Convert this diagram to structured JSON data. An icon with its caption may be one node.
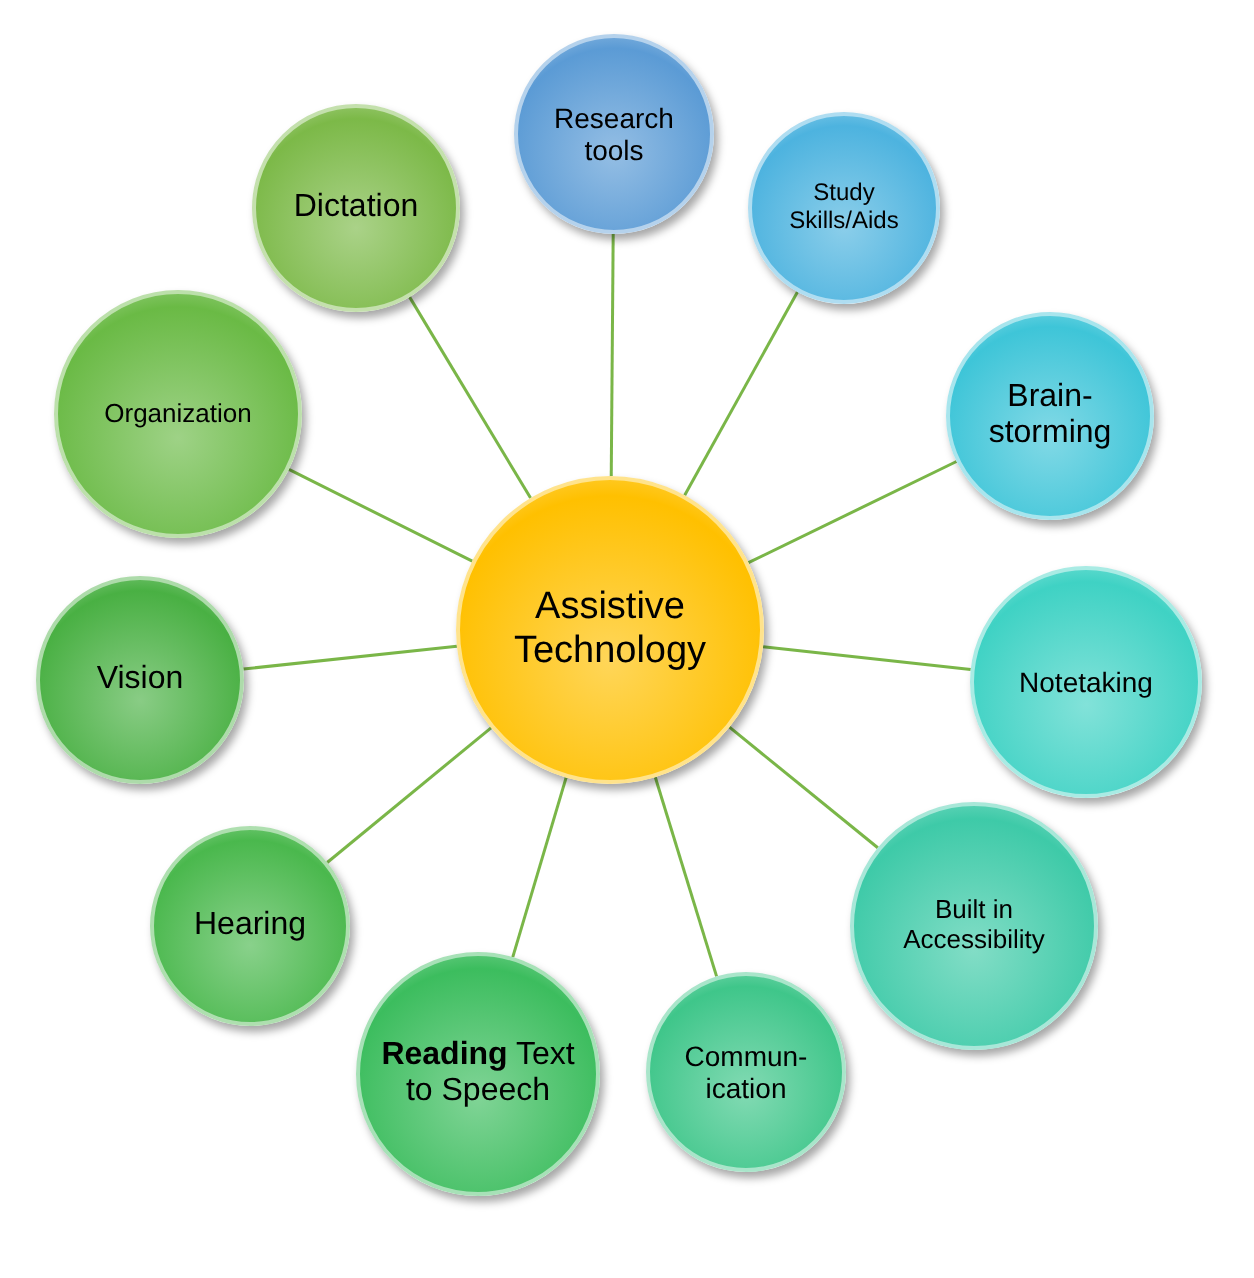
{
  "diagram": {
    "nodes": [
      {
        "text": [
          "Assistive Technology"
        ]
      },
      {
        "text": [
          "Research tools"
        ]
      },
      {
        "text": [
          "Study Skills/Aids"
        ]
      },
      {
        "text": [
          "Brain-storming"
        ]
      },
      {
        "text": [
          "Notetaking"
        ]
      },
      {
        "text": [
          "Built in Accessibility"
        ]
      },
      {
        "text": [
          "Commun-ication"
        ]
      },
      {
        "text": [
          "**Reading** Text to Speech"
        ]
      },
      {
        "text": [
          "Hearing"
        ]
      },
      {
        "text": [
          "Vision"
        ]
      },
      {
        "text": [
          "Organization"
        ]
      },
      {
        "text": [
          "Dictation"
        ]
      }
    ],
    "edges": [
      {
        "from": 0,
        "to": 1,
        "arrow": "none"
      },
      {
        "from": 0,
        "to": 2,
        "arrow": "none"
      },
      {
        "from": 0,
        "to": 3,
        "arrow": "none"
      },
      {
        "from": 0,
        "to": 4,
        "arrow": "none"
      },
      {
        "from": 0,
        "to": 5,
        "arrow": "none"
      },
      {
        "from": 0,
        "to": 6,
        "arrow": "none"
      },
      {
        "from": 0,
        "to": 7,
        "arrow": "none"
      },
      {
        "from": 0,
        "to": 8,
        "arrow": "none"
      },
      {
        "from": 0,
        "to": 9,
        "arrow": "none"
      },
      {
        "from": 0,
        "to": 10,
        "arrow": "none"
      },
      {
        "from": 0,
        "to": 11,
        "arrow": "none"
      }
    ]
  }
}
